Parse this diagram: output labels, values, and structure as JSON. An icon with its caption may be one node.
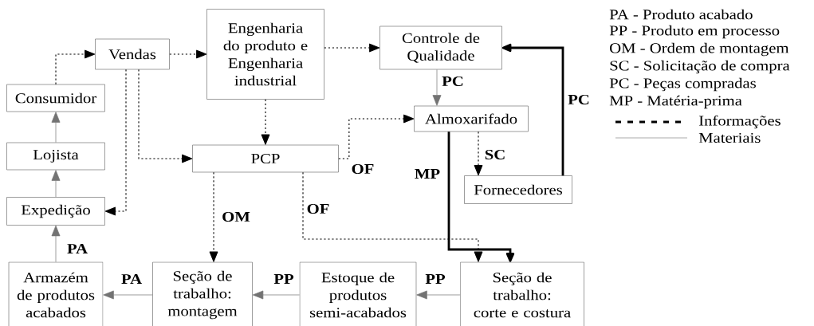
{
  "diagram": {
    "nodes": [
      {
        "text": [
          "Vendas"
        ]
      },
      {
        "text": [
          "Engenharia do produto e Engenharia industrial"
        ]
      },
      {
        "text": [
          "Controle de Qualidade"
        ]
      },
      {
        "text": [
          "Consumidor"
        ]
      },
      {
        "text": [
          "Almoxarifado"
        ]
      },
      {
        "text": [
          "Lojista"
        ]
      },
      {
        "text": [
          "PCP"
        ]
      },
      {
        "text": [
          "Fornecedores"
        ]
      },
      {
        "text": [
          "Expedição"
        ]
      },
      {
        "text": [
          "Armazém de produtos acabados"
        ]
      },
      {
        "text": [
          "Seção de trabalho: montagem"
        ]
      },
      {
        "text": [
          "Estoque de produtos semi-acabados"
        ]
      },
      {
        "text": [
          "Seção de trabalho: corte e costura"
        ]
      }
    ],
    "edges": [
      {
        "from": 3,
        "to": 0,
        "arrow": "to",
        "style": "dashed"
      },
      {
        "from": 0,
        "to": 1,
        "arrow": "to",
        "style": "dashed"
      },
      {
        "from": 1,
        "to": 2,
        "arrow": "to",
        "style": "dashed"
      },
      {
        "from": 1,
        "to": 6,
        "arrow": "to",
        "style": "dashed"
      },
      {
        "from": 0,
        "to": 6,
        "arrow": "to",
        "style": "dashed"
      },
      {
        "from": 0,
        "to": 8,
        "arrow": "to",
        "style": "dashed"
      },
      {
        "from": 6,
        "to": 4,
        "arrow": "to",
        "style": "dashed",
        "label": "OF"
      },
      {
        "from": 6,
        "to": 10,
        "arrow": "to",
        "style": "dashed",
        "label": "OM"
      },
      {
        "from": 6,
        "to": 12,
        "arrow": "to",
        "style": "dashed",
        "label": "OF"
      },
      {
        "from": 4,
        "to": 7,
        "arrow": "to",
        "style": "dashed",
        "label": "SC"
      },
      {
        "from": 2,
        "to": 4,
        "arrow": "to",
        "label": "PC",
        "color": "#737373"
      },
      {
        "from": 7,
        "to": 2,
        "arrow": "to",
        "style": "thick",
        "label": "PC"
      },
      {
        "from": 4,
        "to": 12,
        "arrow": "to",
        "style": "thick",
        "label": "MP"
      },
      {
        "from": 12,
        "to": 11,
        "arrow": "to",
        "label": "PP",
        "color": "#737373"
      },
      {
        "from": 11,
        "to": 10,
        "arrow": "to",
        "label": "PP",
        "color": "#737373"
      },
      {
        "from": 10,
        "to": 9,
        "arrow": "to",
        "label": "PA",
        "color": "#737373"
      },
      {
        "from": 9,
        "to": 8,
        "arrow": "to",
        "label": "PA",
        "color": "#737373"
      },
      {
        "from": 8,
        "to": 5,
        "arrow": "to",
        "color": "#737373"
      },
      {
        "from": 5,
        "to": 3,
        "arrow": "to",
        "color": "#737373"
      }
    ],
    "labels": [
      "PA - Produto acabado",
      "PP - Produto em processo",
      "OM - Ordem de montagem",
      "SC - Solicitação de compra",
      "PC - Peças compradas",
      "MP - Matéria-prima"
    ],
    "legend": [
      {
        "text": "Informações"
      },
      {
        "text": "Materiais"
      }
    ]
  }
}
